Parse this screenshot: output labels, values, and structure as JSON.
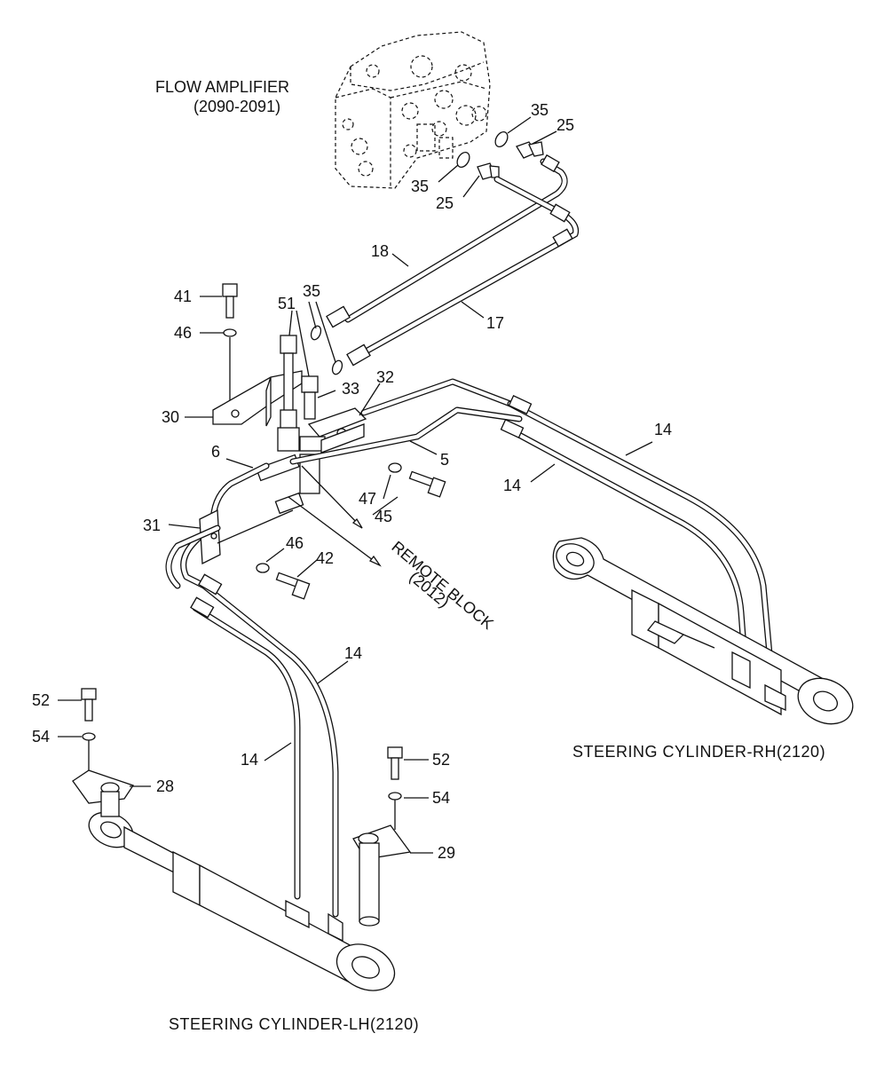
{
  "captions": {
    "flow_amplifier": "FLOW AMPLIFIER",
    "flow_amplifier_ref": "(2090-2091)",
    "remote_block": "REMOTE BLOCK",
    "remote_block_ref": "(2012)",
    "cylinder_rh": "STEERING CYLINDER-RH(2120)",
    "cylinder_lh": "STEERING CYLINDER-LH(2120)"
  },
  "callouts": {
    "c35a": "35",
    "c25a": "25",
    "c35b": "35",
    "c25b": "25",
    "c18": "18",
    "c17": "17",
    "c35c": "35",
    "c41": "41",
    "c51": "51",
    "c46a": "46",
    "c33": "33",
    "c32": "32",
    "c30": "30",
    "c6": "6",
    "c5": "5",
    "c14a": "14",
    "c14b": "14",
    "c47": "47",
    "c45": "45",
    "c31": "31",
    "c46b": "46",
    "c42": "42",
    "c14c": "14",
    "c52a": "52",
    "c54a": "54",
    "c28": "28",
    "c14d": "14",
    "c52b": "52",
    "c54b": "54",
    "c29": "29"
  }
}
